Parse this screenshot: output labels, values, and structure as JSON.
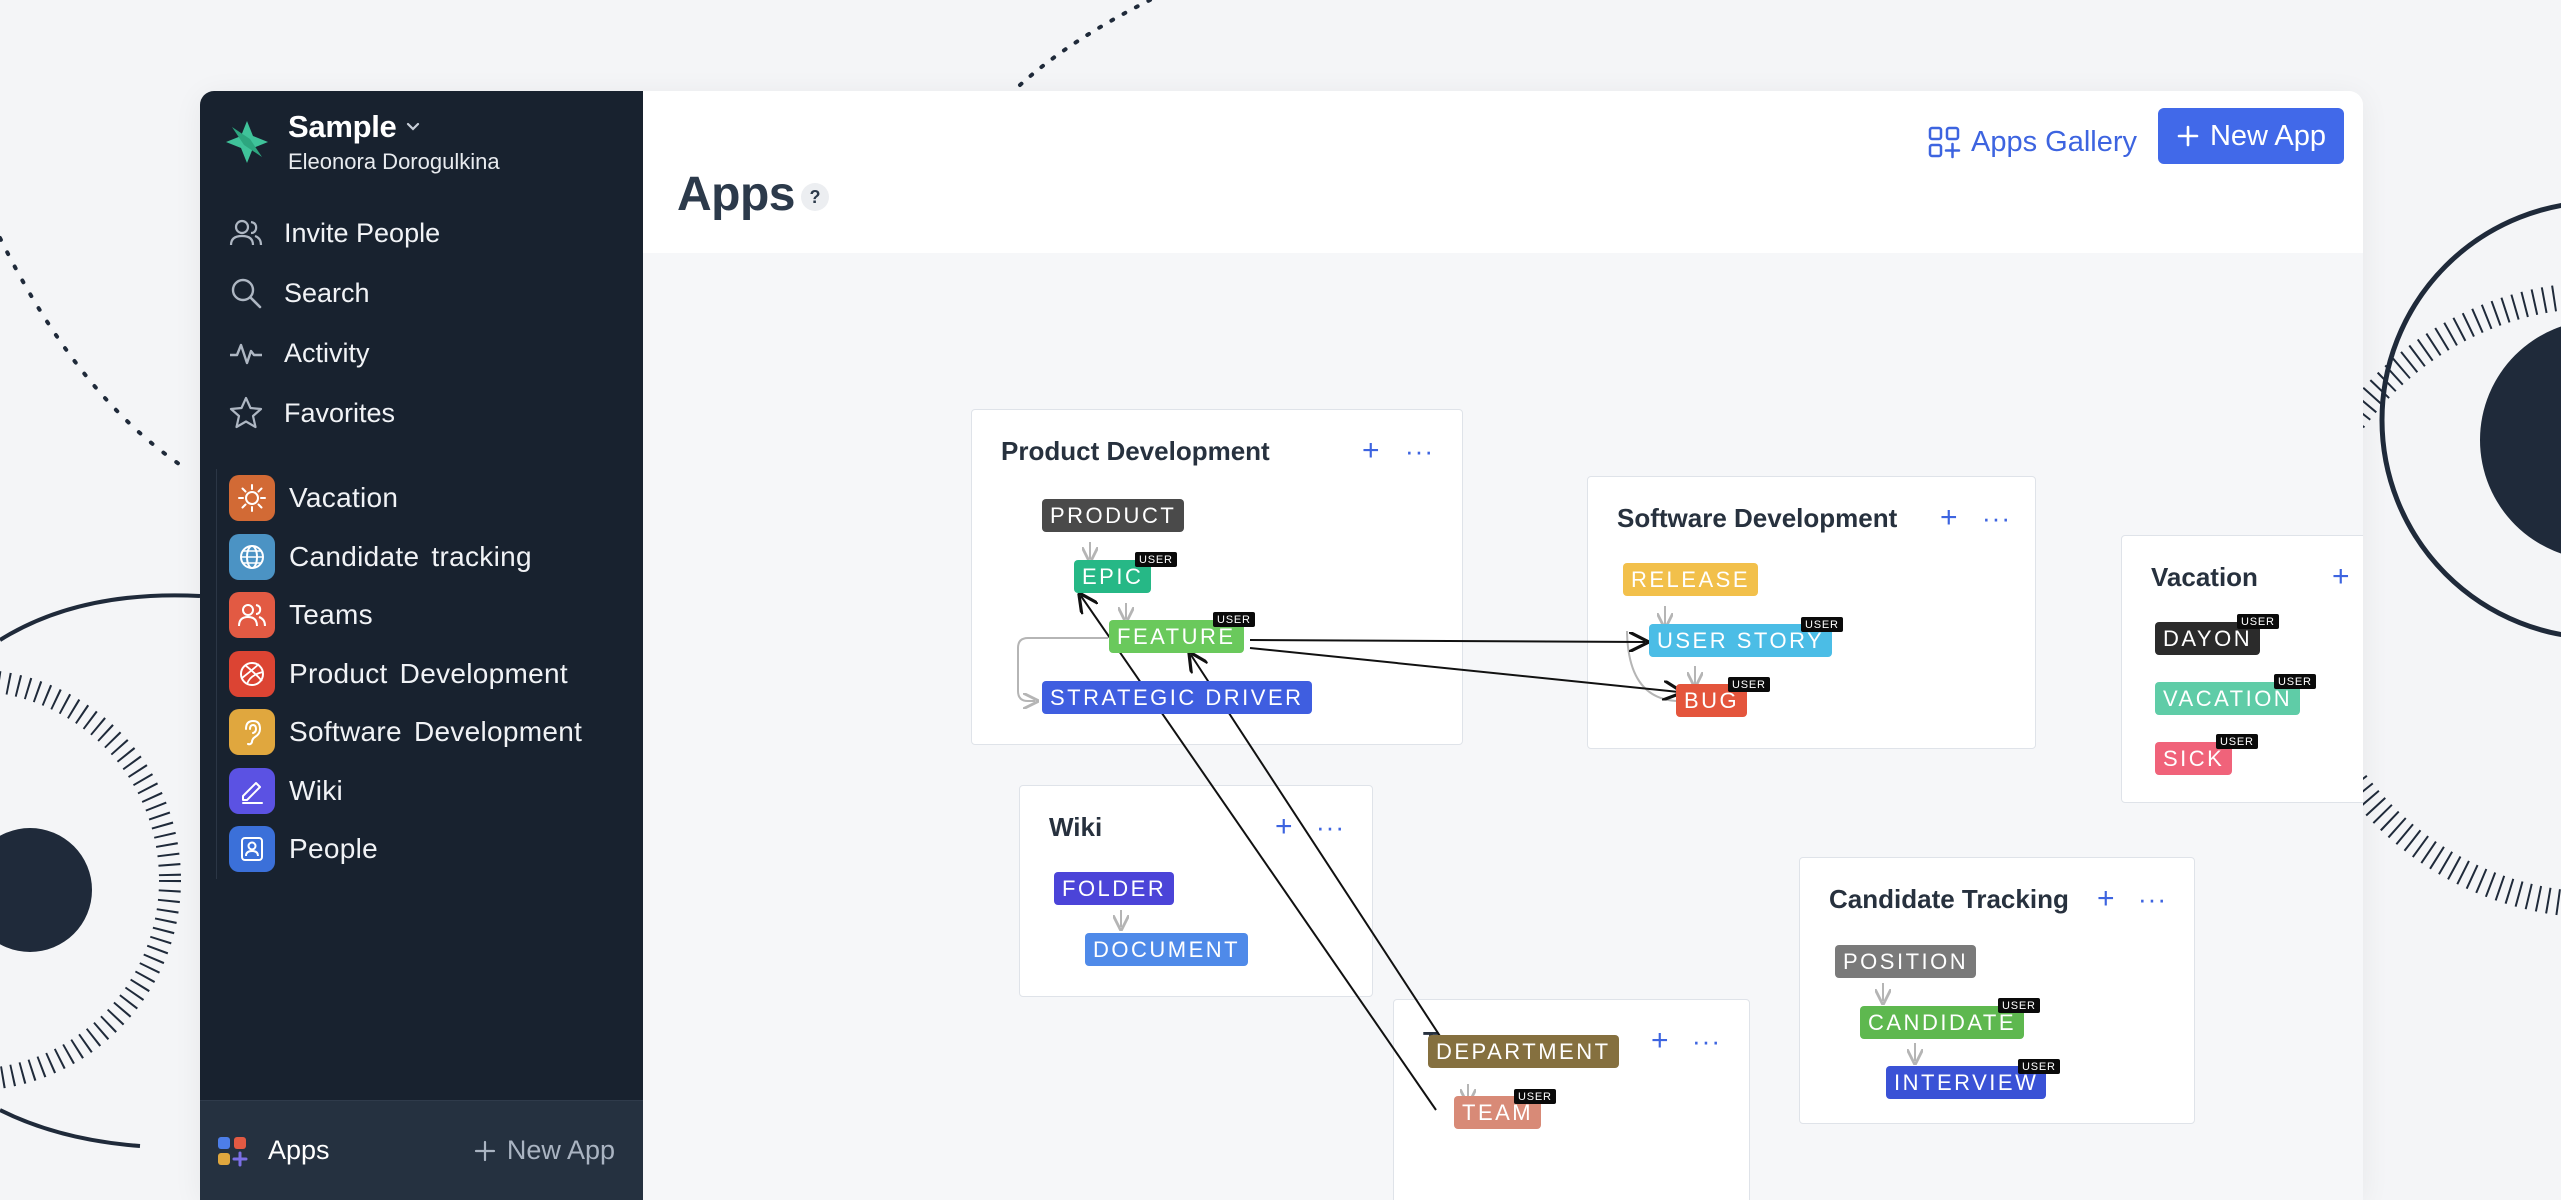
{
  "workspace": {
    "name": "Sample",
    "user": "Eleonora Dorogulkina"
  },
  "nav": [
    {
      "label": "Invite People",
      "icon": "people-icon"
    },
    {
      "label": "Search",
      "icon": "search-icon"
    },
    {
      "label": "Activity",
      "icon": "activity-icon"
    },
    {
      "label": "Favorites",
      "icon": "star-icon"
    }
  ],
  "apps": [
    {
      "label": "Vacation",
      "icon": "sun-icon",
      "color": "#d26a35"
    },
    {
      "label": "Candidate tracking",
      "icon": "globe-icon",
      "color": "#4b93c4"
    },
    {
      "label": "Teams",
      "icon": "team-icon",
      "color": "#e25a43"
    },
    {
      "label": "Product Development",
      "icon": "basketball-icon",
      "color": "#dc4433"
    },
    {
      "label": "Software Development",
      "icon": "ear-icon",
      "color": "#e0a73e"
    },
    {
      "label": "Wiki",
      "icon": "pencil-icon",
      "color": "#5b52e3"
    },
    {
      "label": "People",
      "icon": "contact-icon",
      "color": "#3b70d9"
    }
  ],
  "footer": {
    "apps_label": "Apps",
    "new_app_label": "New App"
  },
  "header": {
    "title": "Apps",
    "help": "?",
    "gallery_label": "Apps Gallery",
    "new_app_label": "New App"
  },
  "user_badge": "USER",
  "cards": {
    "product": {
      "title": "Product Development",
      "tags": [
        {
          "label": "PRODUCT",
          "color": "#4a4a4a",
          "user": false
        },
        {
          "label": "EPIC",
          "color": "#26b886",
          "user": true
        },
        {
          "label": "FEATURE",
          "color": "#6ac95c",
          "user": true
        },
        {
          "label": "STRATEGIC DRIVER",
          "color": "#3f5ee0",
          "user": false
        }
      ]
    },
    "software": {
      "title": "Software Development",
      "tags": [
        {
          "label": "RELEASE",
          "color": "#f2c04b",
          "user": false
        },
        {
          "label": "USER STORY",
          "color": "#4bbde6",
          "user": true
        },
        {
          "label": "BUG",
          "color": "#e4553c",
          "user": true
        }
      ]
    },
    "vacation": {
      "title": "Vacation",
      "tags": [
        {
          "label": "DAYON",
          "color": "#2b2b2b",
          "user": true
        },
        {
          "label": "VACATION",
          "color": "#5fcca7",
          "user": true
        },
        {
          "label": "SICK",
          "color": "#f0637a",
          "user": true
        }
      ]
    },
    "wiki": {
      "title": "Wiki",
      "tags": [
        {
          "label": "FOLDER",
          "color": "#4b44d8",
          "user": false
        },
        {
          "label": "DOCUMENT",
          "color": "#4f8ae9",
          "user": false
        }
      ]
    },
    "teams": {
      "title": "Teams",
      "tags": [
        {
          "label": "DEPARTMENT",
          "color": "#85703f",
          "user": false
        },
        {
          "label": "TEAM",
          "color": "#d88a77",
          "user": true
        }
      ]
    },
    "candidate": {
      "title": "Candidate Tracking",
      "tags": [
        {
          "label": "POSITION",
          "color": "#7a7a7a",
          "user": false
        },
        {
          "label": "CANDIDATE",
          "color": "#5eb84f",
          "user": true
        },
        {
          "label": "INTERVIEW",
          "color": "#3a52d6",
          "user": true
        }
      ]
    }
  }
}
